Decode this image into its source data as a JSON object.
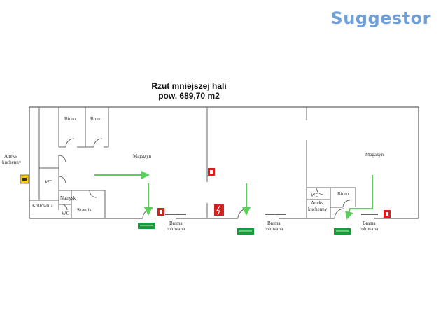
{
  "brand": {
    "name": "Suggestor"
  },
  "plan": {
    "title": "Rzut mniejszej hali",
    "area": "pow. 689,70 m2"
  },
  "rooms": {
    "biuro": "Biuro",
    "magazyn": "Magazyn",
    "aneks": "Aneks",
    "kuchenny": "kuchenny",
    "wc": "WC",
    "kotlownia": "Kotłownia",
    "natrysk": "Natrysk",
    "szatnia": "Szatnia"
  },
  "gates": {
    "line1": "Brama",
    "line2": "rolowana"
  },
  "signs": {
    "exit_icon": "emergency-exit-sign",
    "hydrant_icon": "fire-hydrant-sign",
    "electric_icon": "electrical-hazard-sign",
    "first_aid_icon": "first-aid-sign"
  },
  "colors": {
    "walls": "#666666",
    "arrows": "#5ad05a",
    "exit_sign": "#1a9a3a",
    "fire_sign": "#d62020",
    "brand": "#6f9fd8"
  }
}
